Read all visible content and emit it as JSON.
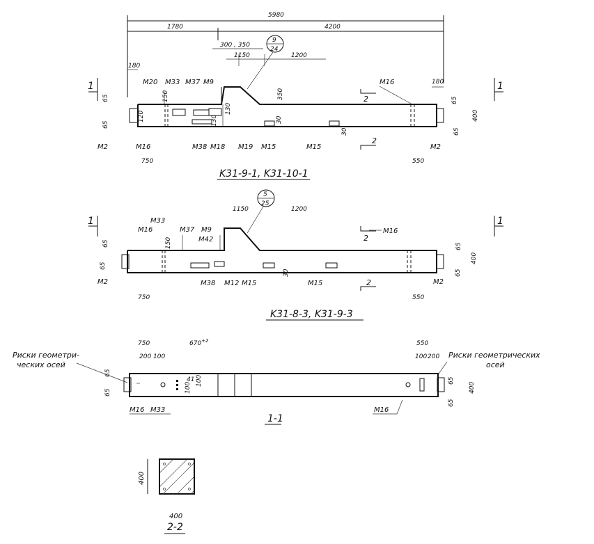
{
  "dims_top": {
    "total": "5980",
    "left": "1780",
    "right": "4200",
    "d300_350": "300 , 350",
    "d1150": "1150",
    "d1200": "1200",
    "d180l": "180",
    "d180r": "180",
    "d350": "350",
    "d150": "150",
    "d130": "130",
    "d130b": "130",
    "d120": "120",
    "d30": "30",
    "d30b": "30",
    "d65a": "65",
    "d65b": "65",
    "d65c": "65",
    "d65d": "65",
    "d400": "400",
    "d750": "750",
    "d550": "550",
    "node_num": "9",
    "node_sheet": "24"
  },
  "marks_top": {
    "m20": "M20",
    "m33": "M33",
    "m37": "M37",
    "m9": "M9",
    "m16r": "M16",
    "m2l": "M2",
    "m16l": "M16",
    "m38": "M38",
    "m18": "M18",
    "m19": "M19",
    "m15a": "M15",
    "m15b": "M15",
    "m2r": "M2"
  },
  "title_top": "K31-9-1, K31-10-1",
  "dims_mid": {
    "d1150": "1150",
    "d1200": "1200",
    "d150": "150",
    "d30": "30",
    "d65a": "65",
    "d65b": "65",
    "d65c": "65",
    "d65d": "65",
    "d400": "400",
    "d750": "750",
    "d550": "550",
    "node_num": "5",
    "node_sheet": "25"
  },
  "marks_mid": {
    "m33": "M33",
    "m16l": "M16",
    "m37": "M37",
    "m9": "M9",
    "m42": "M42",
    "m16r": "M16",
    "m2l": "M2",
    "m38": "M38",
    "m12": "M12",
    "m15a": "M15",
    "m15b": "M15",
    "m2r": "M2"
  },
  "title_mid": "K31-8-3, K31-9-3",
  "section_mark": "1",
  "cut_mark": "2",
  "view11": {
    "d750": "750",
    "d670": "670",
    "d670_tol": "+2",
    "d200": "200",
    "d100": "100",
    "d100v": "100",
    "d100v2": "100",
    "d41": "41",
    "d550": "550",
    "d100r": "100",
    "d200r": "200",
    "d65a": "65",
    "d65b": "65",
    "d65c": "65",
    "d65d": "65",
    "d400": "400",
    "axes_left_1": "Риски геометри-",
    "axes_left_2": "ческих осей",
    "axes_right_1": "Риски геометрических",
    "axes_right_2": "осей",
    "m16l": "M16",
    "m33": "M33",
    "m16r": "M16",
    "title": "1-1"
  },
  "view22": {
    "d400v": "400",
    "d400h": "400",
    "title": "2-2"
  }
}
